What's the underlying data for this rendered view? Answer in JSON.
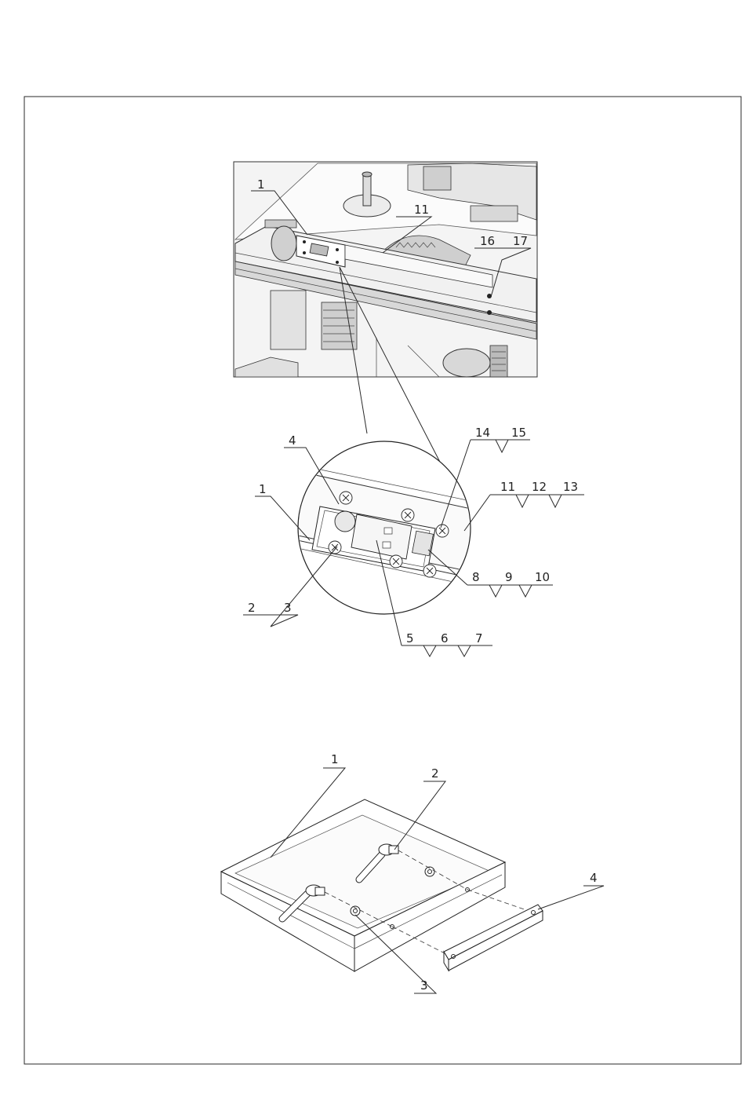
{
  "photo_callouts": {
    "c1": "1",
    "c11": "11",
    "c16": "16",
    "c17": "17"
  },
  "detail_callouts": {
    "c1": "1",
    "c2": "2",
    "c3": "3",
    "c4": "4",
    "c5": "5",
    "c6": "6",
    "c7": "7",
    "c8": "8",
    "c9": "9",
    "c10": "10",
    "c11": "11",
    "c12": "12",
    "c13": "13",
    "c14": "14",
    "c15": "15"
  },
  "tray_callouts": {
    "c1": "1",
    "c2": "2",
    "c3": "3",
    "c4": "4"
  }
}
